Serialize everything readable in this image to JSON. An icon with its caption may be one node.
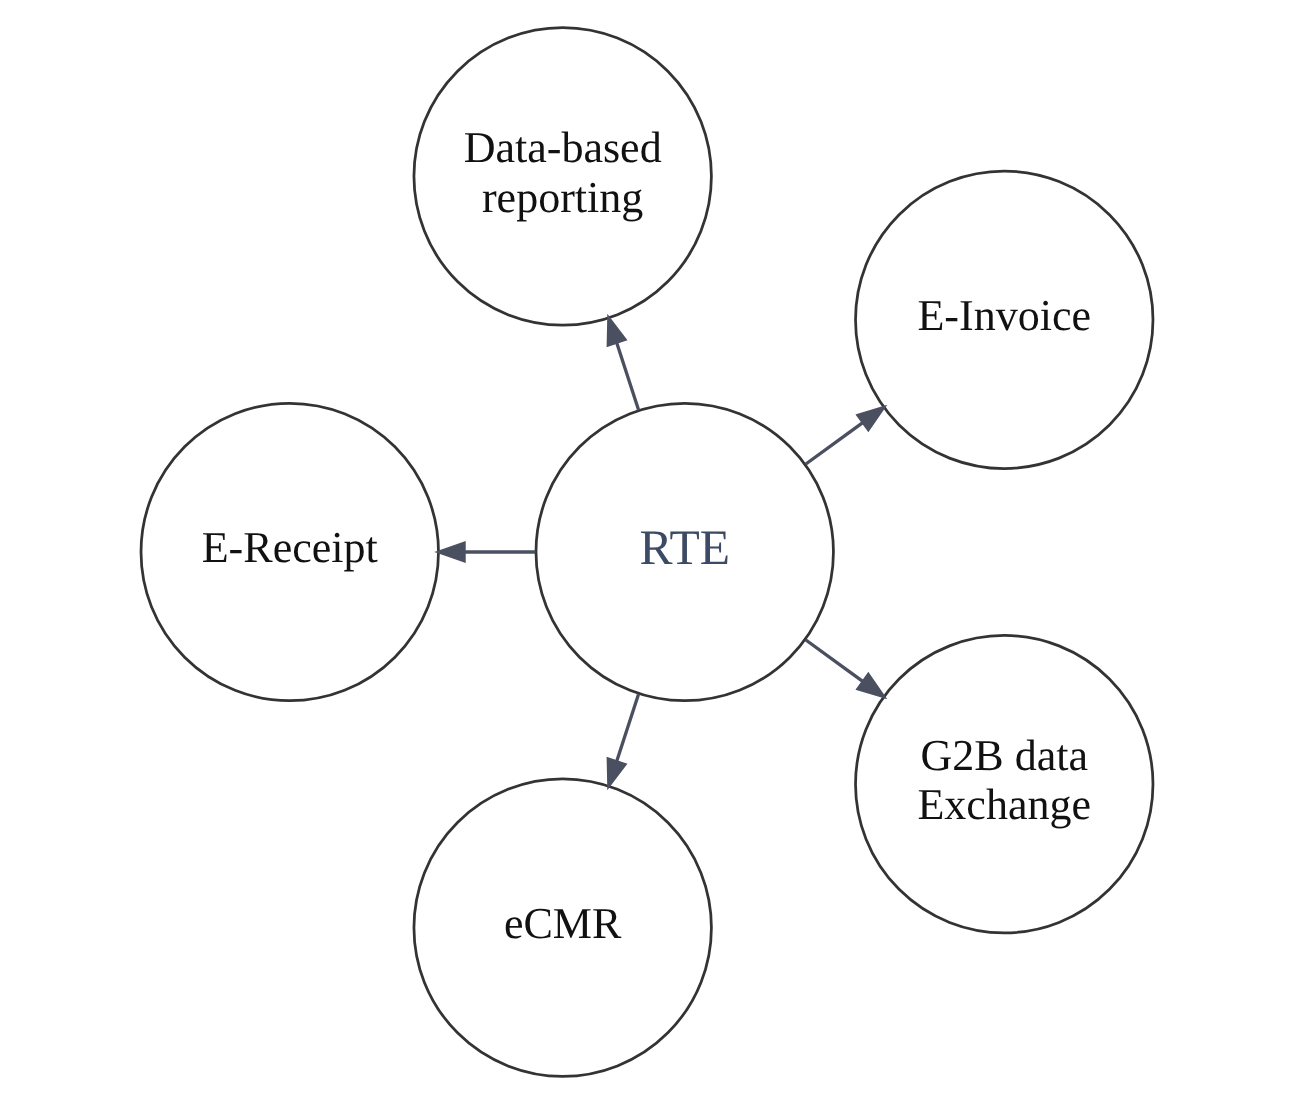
{
  "diagram": {
    "nodes": [
      {
        "text": [
          "E-Invoice"
        ]
      },
      {
        "text": [
          "Data-based reporting"
        ]
      },
      {
        "text": [
          "E-Receipt"
        ]
      },
      {
        "text": [
          "RTE"
        ]
      },
      {
        "text": [
          "eCMR"
        ]
      },
      {
        "text": [
          "G2B data Exchange"
        ]
      }
    ],
    "edges": [
      {
        "from": 3,
        "to": 0,
        "arrow": "to"
      },
      {
        "from": 3,
        "to": 1,
        "arrow": "to"
      },
      {
        "from": 3,
        "to": 4,
        "arrow": "to"
      },
      {
        "from": 3,
        "to": 5,
        "arrow": "to"
      },
      {
        "from": 3,
        "to": 2,
        "arrow": "to"
      }
    ]
  }
}
